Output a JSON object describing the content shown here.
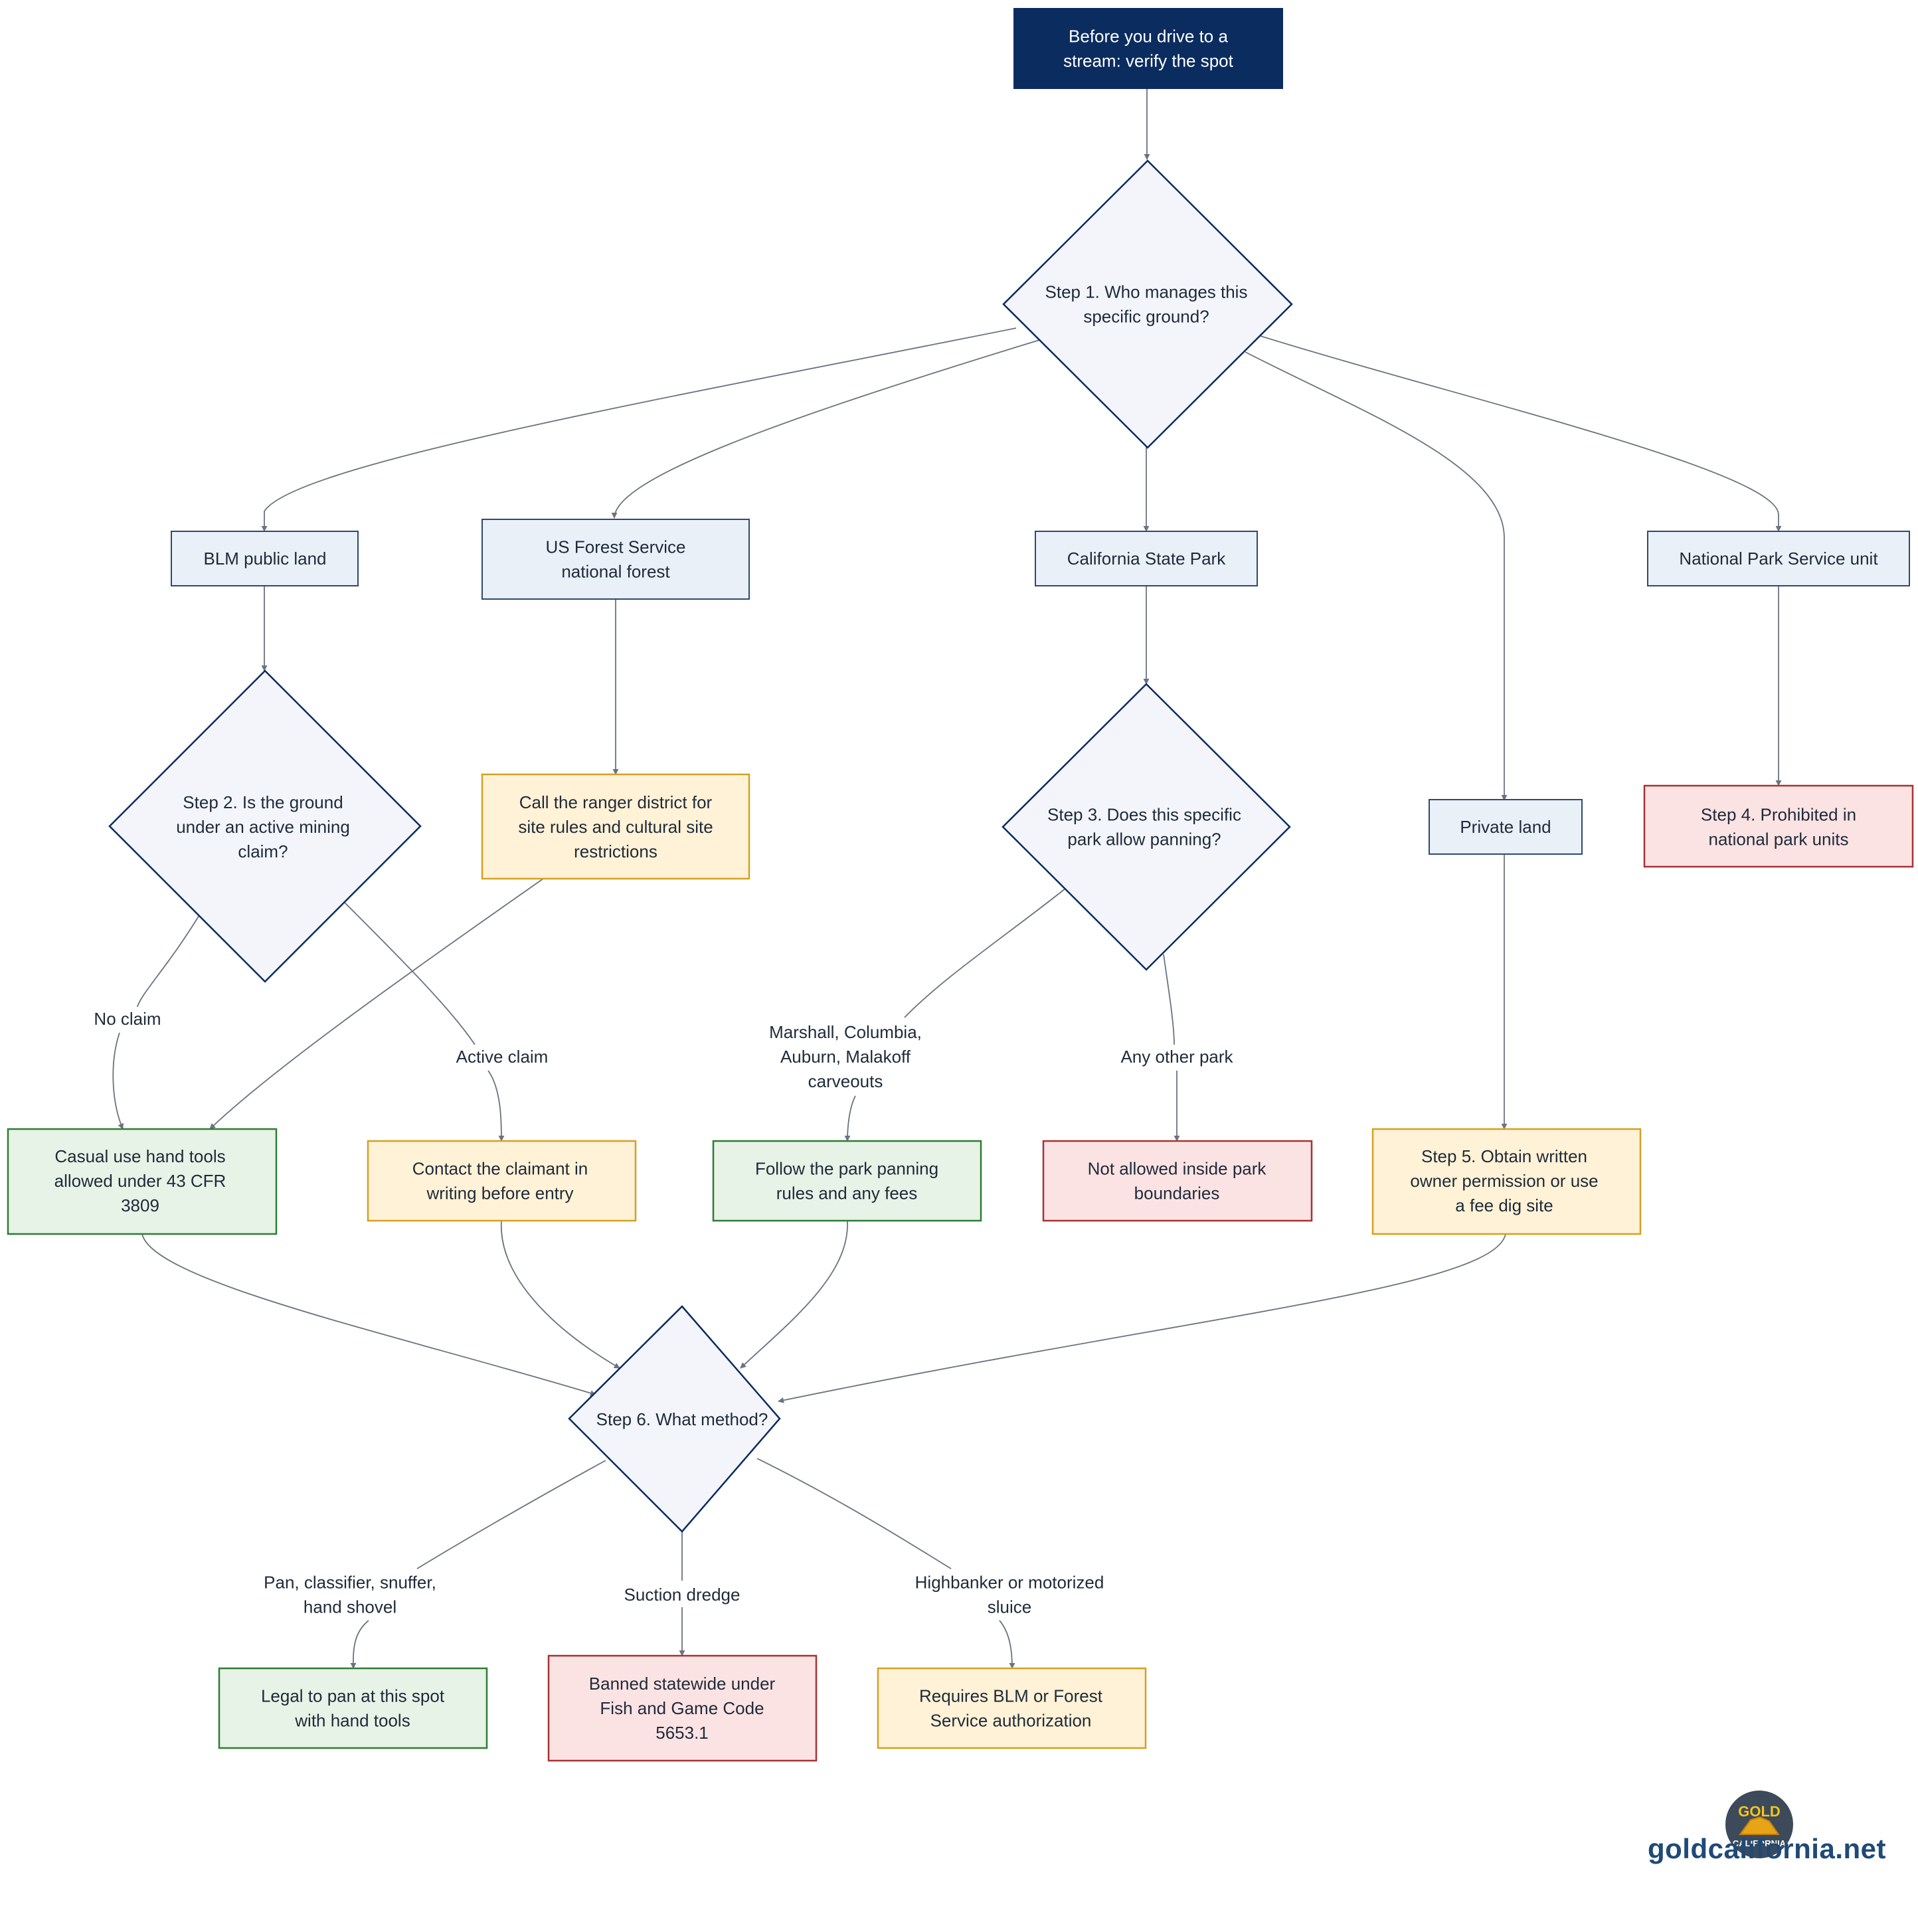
{
  "colors": {
    "start_fill": "#0b2c5f",
    "question_fill": "#f3f5fb",
    "question_stroke": "#0b2c5f",
    "land_fill": "#e9f0f8",
    "land_stroke": "#2f4a6d",
    "green_fill": "#e6f3e6",
    "green_stroke": "#2e7d32",
    "yellow_fill": "#fff2d6",
    "yellow_stroke": "#d4a023",
    "red_fill": "#fbe3e3",
    "red_stroke": "#a83232",
    "edge": "#6b7280"
  },
  "nodes": {
    "start": [
      "Before you drive to a",
      "stream: verify the spot"
    ],
    "step1": [
      "Step 1. Who manages this",
      "specific ground?"
    ],
    "blm": [
      "BLM public land"
    ],
    "usfs": [
      "US Forest Service",
      "national forest"
    ],
    "csp": [
      "California State Park"
    ],
    "nps": [
      "National Park Service unit"
    ],
    "step2": [
      "Step 2. Is the ground",
      "under an active mining",
      "claim?"
    ],
    "ranger": [
      "Call the ranger district for",
      "site rules and cultural site",
      "restrictions"
    ],
    "step3": [
      "Step 3. Does this specific",
      "park allow panning?"
    ],
    "private": [
      "Private land"
    ],
    "step4": [
      "Step 4. Prohibited in",
      "national park units"
    ],
    "casual": [
      "Casual use hand tools",
      "allowed under 43 CFR",
      "3809"
    ],
    "contact": [
      "Contact the claimant in",
      "writing before entry"
    ],
    "follow": [
      "Follow the park panning",
      "rules and any fees"
    ],
    "notallowed": [
      "Not allowed inside park",
      "boundaries"
    ],
    "step5": [
      "Step 5. Obtain written",
      "owner permission or use",
      "a fee dig site"
    ],
    "step6": [
      "Step 6. What method?"
    ],
    "legal": [
      "Legal to pan at this spot",
      "with hand tools"
    ],
    "banned": [
      "Banned statewide under",
      "Fish and Game Code",
      "5653.1"
    ],
    "requires": [
      "Requires BLM or Forest",
      "Service authorization"
    ]
  },
  "edge_labels": {
    "no_claim": [
      "No claim"
    ],
    "active_claim": [
      "Active claim"
    ],
    "carveouts": [
      "Marshall, Columbia,",
      "Auburn, Malakoff",
      "carveouts"
    ],
    "any_other_park": [
      "Any other park"
    ],
    "pan_tools": [
      "Pan, classifier, snuffer,",
      "hand shovel"
    ],
    "suction_dredge": [
      "Suction dredge"
    ],
    "highbanker": [
      "Highbanker or motorized",
      "sluice"
    ]
  },
  "logo": {
    "top_word": "GOLD",
    "bottom_word": "CALIFORNIA",
    "site": "goldcalifornia.net"
  }
}
